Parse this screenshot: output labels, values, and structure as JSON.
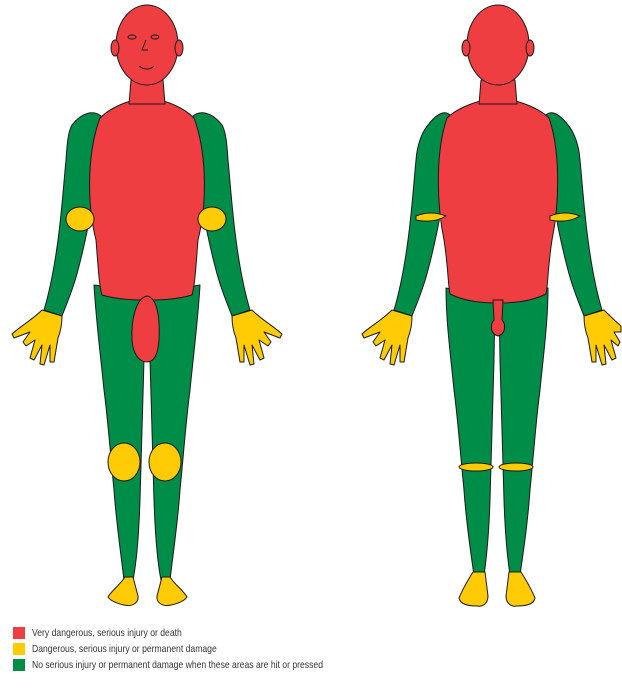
{
  "colors": {
    "red": "#ef3e42",
    "yellow": "#ffcb05",
    "green": "#008d48",
    "outline": "#1a1a1a"
  },
  "figures": [
    {
      "view": "front"
    },
    {
      "view": "back"
    }
  ],
  "legend": {
    "items": [
      {
        "color": "#ef3e42",
        "label": "Very dangerous, serious injury or death"
      },
      {
        "color": "#ffcb05",
        "label": "Dangerous, serious injury or permanent damage"
      },
      {
        "color": "#008d48",
        "label": "No serious injury or permanent damage when these areas are hit or pressed"
      }
    ]
  }
}
